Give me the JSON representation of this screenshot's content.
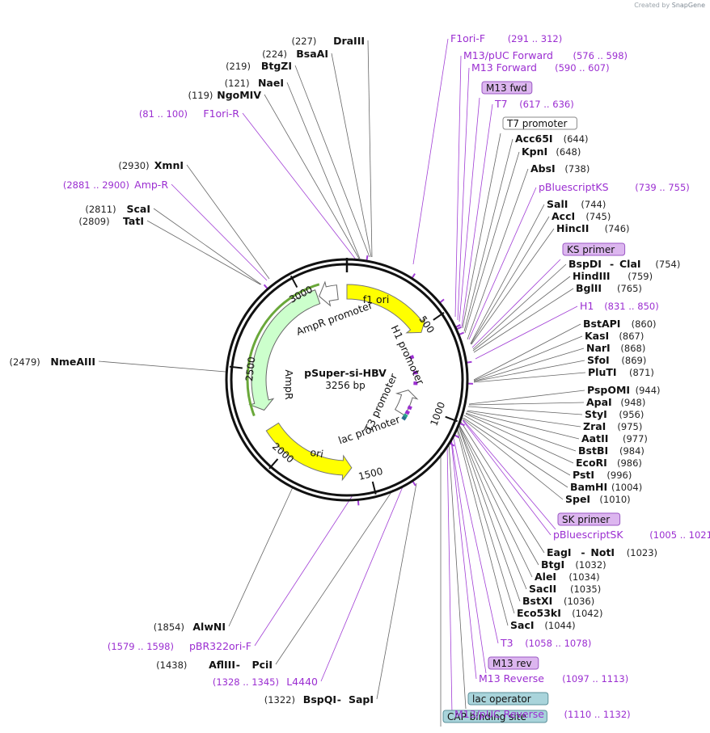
{
  "credit": {
    "created_by": "Created by",
    "brand": "SnapGene"
  },
  "plasmid": {
    "name": "pSuper-si-HBV",
    "size": "3256 bp"
  },
  "ring_ticks": [
    "500",
    "1000",
    "1500",
    "2000",
    "2500",
    "3000"
  ],
  "features": [
    {
      "label": "f1 ori",
      "color": "#ffff00"
    },
    {
      "label": "AmpR promoter",
      "color": "#ffffff"
    },
    {
      "label": "AmpR",
      "color": "#ccffcc"
    },
    {
      "label": "ori",
      "color": "#ffff00"
    },
    {
      "label": "H1 promoter",
      "color": "#ffffff"
    },
    {
      "label": "T3 promoter",
      "color": "#ffffff"
    },
    {
      "label": "lac promoter",
      "color": "#ffffff"
    }
  ],
  "left_labels": [
    {
      "pos": "(227)",
      "name": "DraIII",
      "type": "enzyme"
    },
    {
      "pos": "(224)",
      "name": "BsaAI",
      "type": "enzyme"
    },
    {
      "pos": "(219)",
      "name": "BtgZI",
      "type": "enzyme"
    },
    {
      "pos": "(121)",
      "name": "NaeI",
      "type": "enzyme"
    },
    {
      "pos": "(119)",
      "name": "NgoMIV",
      "type": "enzyme"
    },
    {
      "pos": "(81 .. 100)",
      "name": "F1ori-R",
      "type": "primer"
    },
    {
      "pos": "(2930)",
      "name": "XmnI",
      "type": "enzyme"
    },
    {
      "pos": "(2881 .. 2900)",
      "name": "Amp-R",
      "type": "primer"
    },
    {
      "pos": "(2811)",
      "name": "ScaI",
      "type": "enzyme"
    },
    {
      "pos": "(2809)",
      "name": "TatI",
      "type": "enzyme"
    },
    {
      "pos": "(2479)",
      "name": "NmeAIII",
      "type": "enzyme"
    },
    {
      "pos": "(1854)",
      "name": "AlwNI",
      "type": "enzyme"
    },
    {
      "pos": "(1579 .. 1598)",
      "name": "pBR322ori-F",
      "type": "primer"
    },
    {
      "pos": "(1438)",
      "name": "AflIII",
      "name2": "PciI",
      "type": "enzyme"
    },
    {
      "pos": "(1328 .. 1345)",
      "name": "L4440",
      "type": "primer"
    },
    {
      "pos": "(1322)",
      "name": "BspQI",
      "name2": "SapI",
      "type": "enzyme"
    }
  ],
  "right_labels": [
    {
      "name": "F1ori-F",
      "pos": "(291 .. 312)",
      "type": "primer"
    },
    {
      "name": "M13/pUC Forward",
      "pos": "(576 .. 598)",
      "type": "primer"
    },
    {
      "name": "M13 Forward",
      "pos": "(590 .. 607)",
      "type": "primer"
    },
    {
      "name": "M13 fwd",
      "type": "primer-box"
    },
    {
      "name": "T7",
      "pos": "(617 .. 636)",
      "type": "primer"
    },
    {
      "name": "T7 promoter",
      "type": "feature-box"
    },
    {
      "name": "Acc65I",
      "pos": "(644)",
      "type": "enzyme"
    },
    {
      "name": "KpnI",
      "pos": "(648)",
      "type": "enzyme"
    },
    {
      "name": "AbsI",
      "pos": "(738)",
      "type": "enzyme"
    },
    {
      "name": "pBluescriptKS",
      "pos": "(739 .. 755)",
      "type": "primer"
    },
    {
      "name": "SalI",
      "pos": "(744)",
      "type": "enzyme"
    },
    {
      "name": "AccI",
      "pos": "(745)",
      "type": "enzyme"
    },
    {
      "name": "HincII",
      "pos": "(746)",
      "type": "enzyme"
    },
    {
      "name": "KS primer",
      "type": "primer-box"
    },
    {
      "name": "BspDI",
      "name2": "ClaI",
      "pos": "(754)",
      "type": "enzyme"
    },
    {
      "name": "HindIII",
      "pos": "(759)",
      "type": "enzyme"
    },
    {
      "name": "BglII",
      "pos": "(765)",
      "type": "enzyme"
    },
    {
      "name": "H1",
      "pos": "(831 .. 850)",
      "type": "primer"
    },
    {
      "name": "BstAPI",
      "pos": "(860)",
      "type": "enzyme"
    },
    {
      "name": "KasI",
      "pos": "(867)",
      "type": "enzyme"
    },
    {
      "name": "NarI",
      "pos": "(868)",
      "type": "enzyme"
    },
    {
      "name": "SfoI",
      "pos": "(869)",
      "type": "enzyme"
    },
    {
      "name": "PluTI",
      "pos": "(871)",
      "type": "enzyme"
    },
    {
      "name": "PspOMI",
      "pos": "(944)",
      "type": "enzyme"
    },
    {
      "name": "ApaI",
      "pos": "(948)",
      "type": "enzyme"
    },
    {
      "name": "StyI",
      "pos": "(956)",
      "type": "enzyme"
    },
    {
      "name": "ZraI",
      "pos": "(975)",
      "type": "enzyme"
    },
    {
      "name": "AatII",
      "pos": "(977)",
      "type": "enzyme"
    },
    {
      "name": "BstBI",
      "pos": "(984)",
      "type": "enzyme"
    },
    {
      "name": "EcoRI",
      "pos": "(986)",
      "type": "enzyme"
    },
    {
      "name": "PstI",
      "pos": "(996)",
      "type": "enzyme"
    },
    {
      "name": "BamHI",
      "pos": "(1004)",
      "type": "enzyme"
    },
    {
      "name": "SpeI",
      "pos": "(1010)",
      "type": "enzyme"
    },
    {
      "name": "SK primer",
      "type": "primer-box"
    },
    {
      "name": "pBluescriptSK",
      "pos": "(1005 .. 1021)",
      "type": "primer"
    },
    {
      "name": "EagI",
      "name2": "NotI",
      "pos": "(1023)",
      "type": "enzyme"
    },
    {
      "name": "BtgI",
      "pos": "(1032)",
      "type": "enzyme"
    },
    {
      "name": "AleI",
      "pos": "(1034)",
      "type": "enzyme"
    },
    {
      "name": "SacII",
      "pos": "(1035)",
      "type": "enzyme"
    },
    {
      "name": "BstXI",
      "pos": "(1036)",
      "type": "enzyme"
    },
    {
      "name": "Eco53kI",
      "pos": "(1042)",
      "type": "enzyme"
    },
    {
      "name": "SacI",
      "pos": "(1044)",
      "type": "enzyme"
    },
    {
      "name": "T3",
      "pos": "(1058 .. 1078)",
      "type": "primer"
    },
    {
      "name": "M13 rev",
      "type": "primer-box"
    },
    {
      "name": "M13 Reverse",
      "pos": "(1097 .. 1113)",
      "type": "primer"
    },
    {
      "name": "lac operator",
      "type": "operator-box"
    },
    {
      "name": "CAP binding site",
      "type": "cap-box"
    },
    {
      "name": "M13/pUC Reverse",
      "pos": "(1110 .. 1132)",
      "type": "primer"
    }
  ]
}
